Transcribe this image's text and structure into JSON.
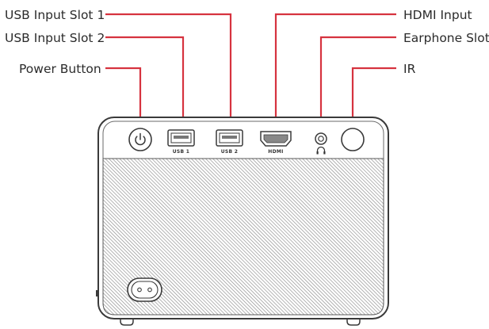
{
  "labels": {
    "usb1": "USB Input Slot 1",
    "usb2": "USB Input Slot 2",
    "power": "Power Button",
    "hdmi": "HDMI Input",
    "earphone": "Earphone Slot",
    "ir": "IR"
  },
  "port_labels": {
    "usb1": "USB 1",
    "usb2": "USB 2",
    "hdmi": "HDMI"
  },
  "colors": {
    "leader": "#d6333f",
    "body": "#ffffff",
    "grille": "#9a9a9a",
    "outline": "#3a3a3a"
  },
  "icons": {
    "power": "power-icon",
    "earphone": "headphone-icon"
  }
}
